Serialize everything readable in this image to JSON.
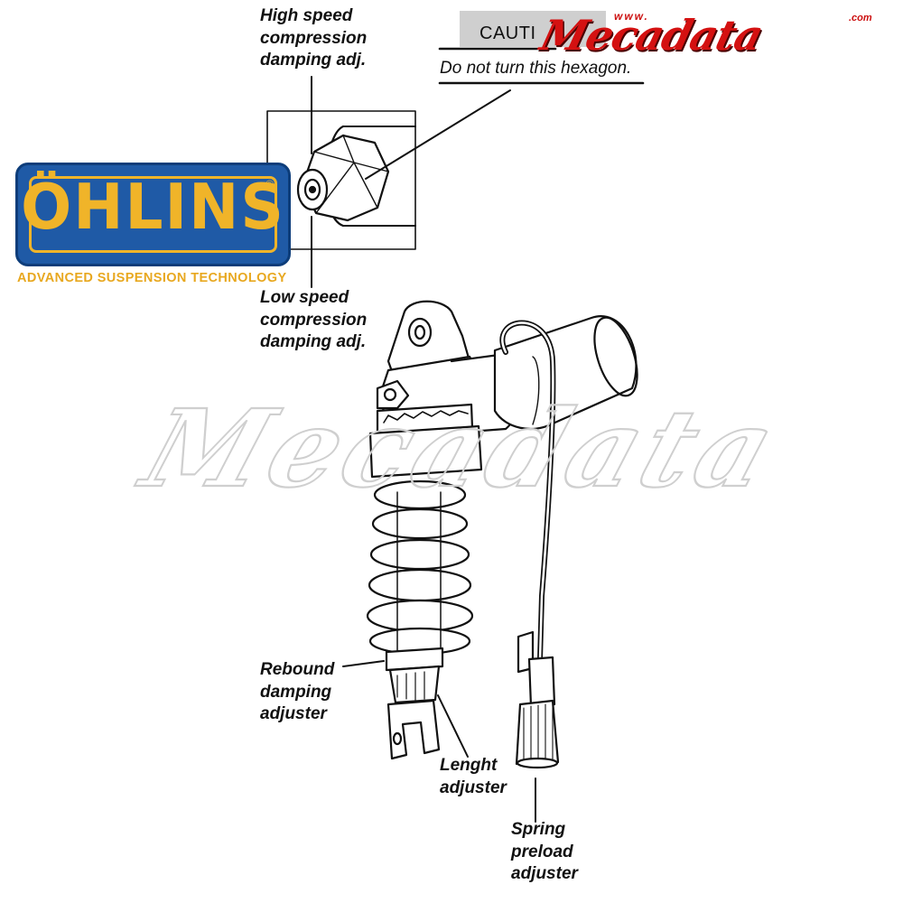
{
  "callouts": {
    "high_speed": [
      "High speed",
      "compression",
      "damping adj."
    ],
    "low_speed": [
      "Low speed",
      "compression",
      "damping adj."
    ],
    "rebound": [
      "Rebound",
      "damping",
      "adjuster"
    ],
    "length": [
      "Lenght",
      "adjuster"
    ],
    "spring_preload": [
      "Spring",
      "preload",
      "adjuster"
    ]
  },
  "caution": {
    "word": "CAUTI",
    "note": "Do not turn this hexagon."
  },
  "brand": {
    "logo_text": "Mecadata",
    "url_prefix": "www.",
    "tld": ".com",
    "watermark_text": "Mecadata",
    "color": "#d41111"
  },
  "ohlins": {
    "name": "ÖHLINS",
    "registered": "®",
    "tagline": "ADVANCED SUSPENSION TECHNOLOGY",
    "badge_color": "#1f5aa6",
    "text_color": "#f0b429"
  }
}
